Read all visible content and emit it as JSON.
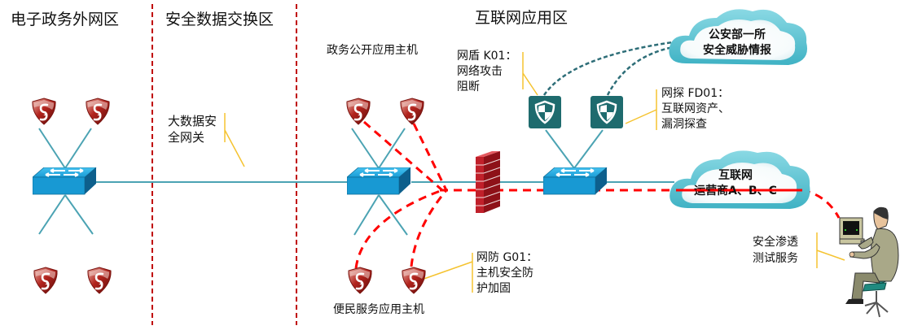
{
  "zones": {
    "e_gov_extranet": "电子政务外网区",
    "data_exchange": "安全数据交换区",
    "internet_app": "互联网应用区"
  },
  "labels": {
    "gateway": [
      "大数据安",
      "全网关"
    ],
    "public_hosts": "政务公开应用主机",
    "citizen_hosts": "便民服务应用主机",
    "shield_k01": [
      "网盾 K01：",
      "网络攻击",
      "阻断"
    ],
    "probe_fd01": [
      "网探 FD01：",
      "互联网资产、",
      "漏洞探查"
    ],
    "guard_g01": [
      "网防 G01：",
      "主机安全防",
      "护加固"
    ],
    "pentest": [
      "安全渗透",
      "测试服务"
    ]
  },
  "clouds": {
    "threat_intel": [
      "公安部一所",
      "安全威胁情报"
    ],
    "isp": [
      "互联网",
      "运营商A、B、C"
    ]
  },
  "colors": {
    "zone_divider": "#c00000",
    "link": "#4ba3b3",
    "attack_path": "#ff0000",
    "intel_link": "#2e6e78",
    "callout": "#f5c330",
    "device_teal": "#1e6b6e",
    "switch_blue": "#1ba0d8",
    "cloud": "#5bc0cf",
    "firewall": "#c0202a"
  }
}
